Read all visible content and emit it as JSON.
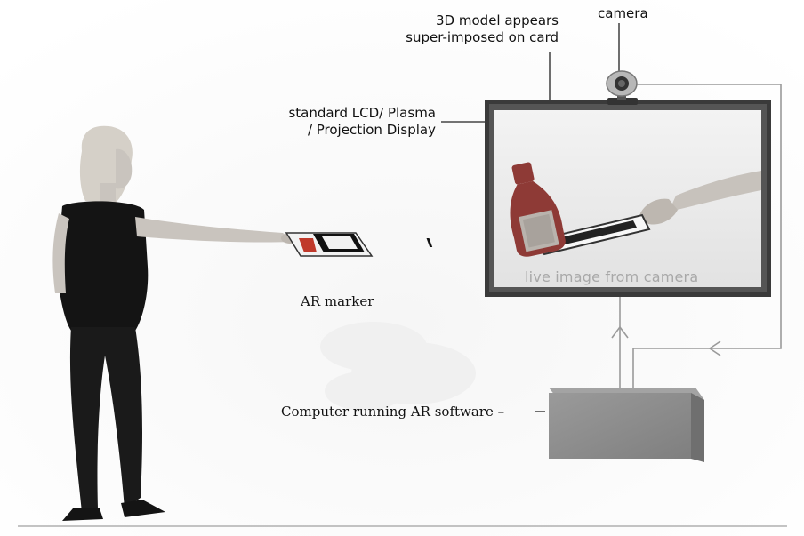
{
  "labels": {
    "model_line1": "3D model appears",
    "model_line2": "super-imposed on card",
    "camera": "camera",
    "display_line1": "standard LCD/ Plasma",
    "display_line2": "/ Projection Display",
    "ar_marker": "AR marker",
    "computer": "Computer running AR software –",
    "live_image": "live image from camera"
  },
  "colors": {
    "background": "#ffffff",
    "monitor_frame": "#3a3a3a",
    "screen": "#ececec",
    "bottle": "#8e3a36",
    "computer_box": "#8c8c8c",
    "person_top": "#141414",
    "skin": "#c9c4be",
    "hair": "#d5d0c8",
    "connector": "#9a9a9a"
  }
}
